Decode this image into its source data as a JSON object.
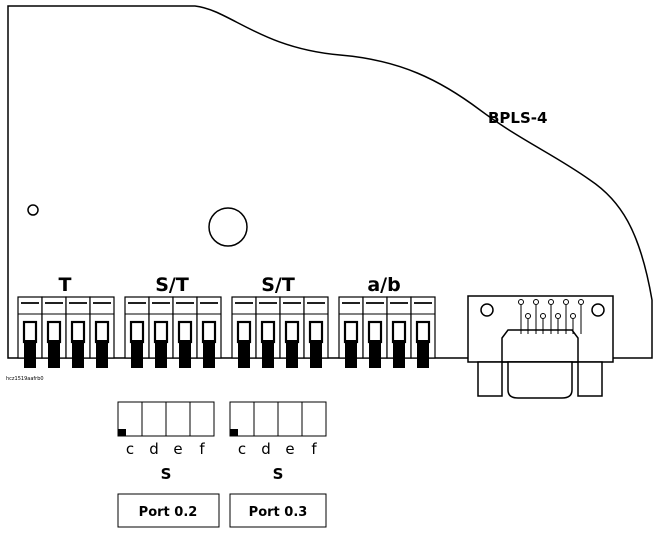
{
  "board": {
    "model_label": "BPLS-4",
    "image_code": "hcz1519aafrb0"
  },
  "terminal_groups": [
    {
      "label": "T"
    },
    {
      "label": "S/T"
    },
    {
      "label": "S/T"
    },
    {
      "label": "a/b"
    }
  ],
  "switch_blocks": [
    {
      "pins": [
        "c",
        "d",
        "e",
        "f"
      ],
      "caption": "S",
      "port_label": "Port 0.2"
    },
    {
      "pins": [
        "c",
        "d",
        "e",
        "f"
      ],
      "caption": "S",
      "port_label": "Port 0.3"
    }
  ],
  "colors": {
    "line": "#000000",
    "background": "#ffffff"
  },
  "icons": [
    "mounting-hole-icon",
    "connector-screw-icon",
    "dip-switch-icon"
  ]
}
